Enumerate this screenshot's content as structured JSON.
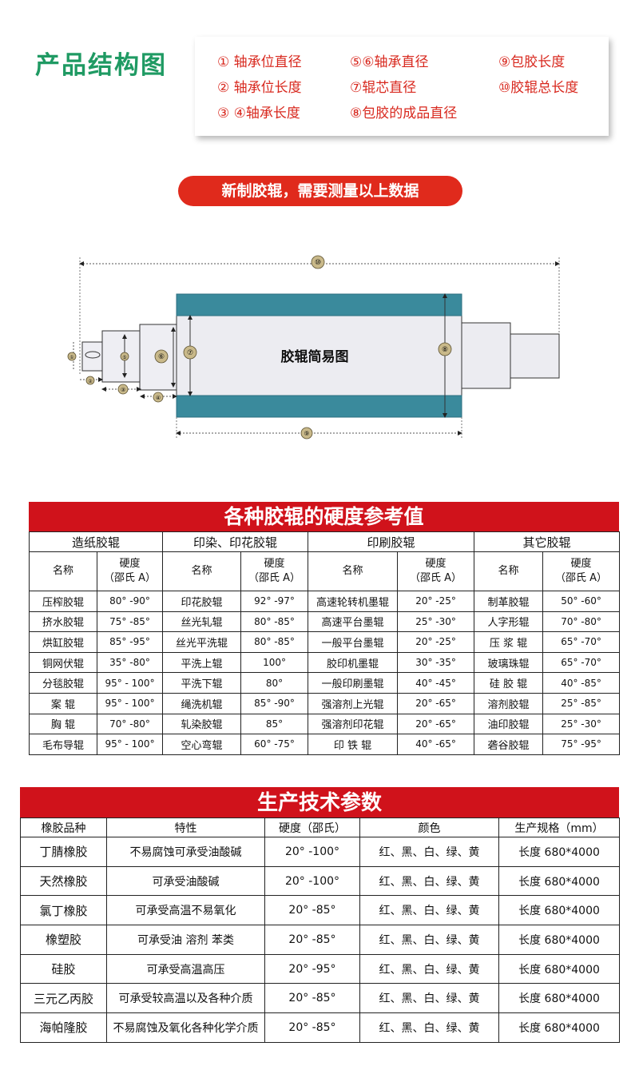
{
  "header": {
    "title": "产品结构图",
    "legend": [
      "① 轴承位直径",
      "⑤⑥轴承直径",
      "⑨包胶长度",
      "② 轴承位长度",
      "⑦辊芯直径",
      "⑩胶辊总长度",
      "③ ④轴承长度",
      "⑧包胶的成品直径"
    ],
    "notice": "新制胶辊，需要测量以上数据"
  },
  "diagram": {
    "center_label": "胶辊简易图",
    "markers": [
      "⑩",
      "①",
      "②",
      "③",
      "④",
      "⑤",
      "⑥",
      "⑦",
      "⑧",
      "⑨"
    ]
  },
  "hardness": {
    "title": "各种胶辊的硬度参考值",
    "groups": [
      "造纸胶辊",
      "印染、印花胶辊",
      "印刷胶辊",
      "其它胶辊"
    ],
    "col_name": "名称",
    "col_hard_1": "硬度",
    "col_hard_2": "（邵氏 A）",
    "rows": [
      [
        "压榨胶辊",
        "80° -90°",
        "印花胶辊",
        "92° -97°",
        "高速轮转机墨辊",
        "20° -25°",
        "制革胶辊",
        "50° -60°"
      ],
      [
        "挤水胶辊",
        "75° -85°",
        "丝光轧辊",
        "80° -85°",
        "高速平台墨辊",
        "25° -30°",
        "人字形辊",
        "70° -80°"
      ],
      [
        "烘缸胶辊",
        "85° -95°",
        "丝光平洗辊",
        "80° -85°",
        "一般平台墨辊",
        "20° -25°",
        "压 浆 辊",
        "65° -70°"
      ],
      [
        "铜网伏辊",
        "35° -80°",
        "平洗上辊",
        "100°",
        "胶印机墨辊",
        "30° -35°",
        "玻璃珠辊",
        "65° -70°"
      ],
      [
        "分毯胶辊",
        "95° - 100°",
        "平洗下辊",
        "80°",
        "一般印刷墨辊",
        "40° -45°",
        "硅 胶 辊",
        "40° -85°"
      ],
      [
        "案 辊",
        "95° - 100°",
        "绳洗机辊",
        "85° -90°",
        "强溶剂上光辊",
        "20° -65°",
        "溶剂胶辊",
        "25° -85°"
      ],
      [
        "胸 辊",
        "70° -80°",
        "轧染胶辊",
        "85°",
        "强溶剂印花辊",
        "20° -65°",
        "油印胶辊",
        "25° -30°"
      ],
      [
        "毛布导辊",
        "95° - 100°",
        "空心弯辊",
        "60° -75°",
        "印 铁 辊",
        "40° -65°",
        "砻谷胶辊",
        "75° -95°"
      ]
    ]
  },
  "production": {
    "title": "生产技术参数",
    "headers": [
      "橡胶品种",
      "特性",
      "硬度（邵氏）",
      "颜色",
      "生产规格（mm）"
    ],
    "rows": [
      [
        "丁腈橡胶",
        "不易腐蚀可承受油酸碱",
        "20° -100°",
        "红、黑、白、绿、黄",
        "长度 680*4000"
      ],
      [
        "天然橡胶",
        "可承受油酸碱",
        "20° -100°",
        "红、黑、白、绿、黄",
        "长度 680*4000"
      ],
      [
        "氯丁橡胶",
        "可承受高温不易氧化",
        "20° -85°",
        "红、黑、白、绿、黄",
        "长度 680*4000"
      ],
      [
        "橡塑胶",
        "可承受油 溶剂 苯类",
        "20° -85°",
        "红、黑、白、绿、黄",
        "长度 680*4000"
      ],
      [
        "硅胶",
        "可承受高温高压",
        "20° -95°",
        "红、黑、白、绿、黄",
        "长度 680*4000"
      ],
      [
        "三元乙丙胶",
        "可承受较高温以及各种介质",
        "20° -85°",
        "红、黑、白、绿、黄",
        "长度 680*4000"
      ],
      [
        "海帕隆胶",
        "不易腐蚀及氧化各种化学介质",
        "20° -85°",
        "红、黑、白、绿、黄",
        "长度 680*4000"
      ]
    ]
  },
  "colors": {
    "green": "#1f9a63",
    "red": "#d0121b",
    "teal": "#3a8a9c"
  }
}
